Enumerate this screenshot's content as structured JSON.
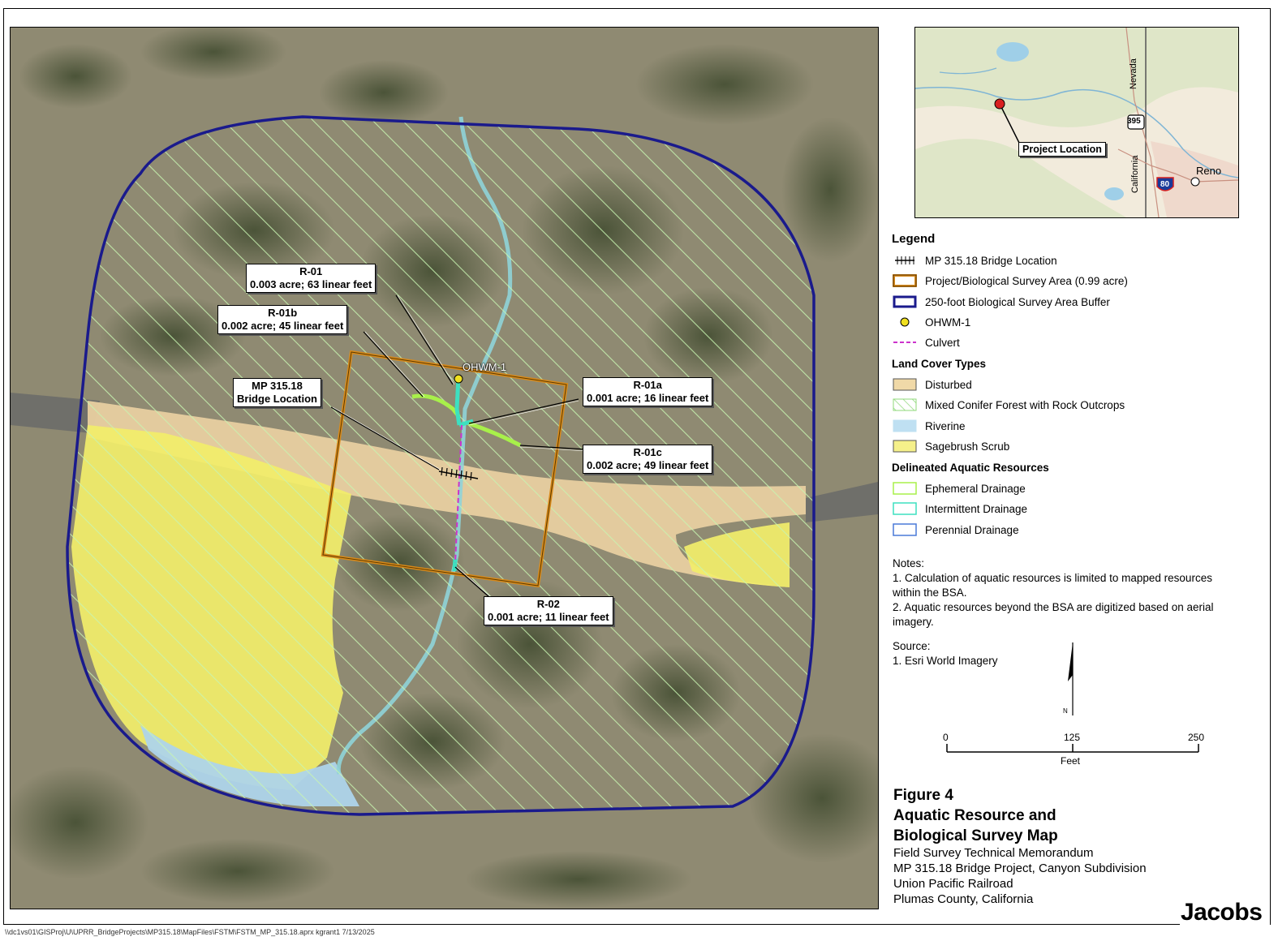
{
  "callouts": {
    "r01": {
      "id": "R-01",
      "desc": "0.003 acre; 63 linear feet"
    },
    "r01b": {
      "id": "R-01b",
      "desc": "0.002 acre; 45 linear feet"
    },
    "mp": {
      "line1": "MP 315.18",
      "line2": "Bridge Location"
    },
    "r01a": {
      "id": "R-01a",
      "desc": "0.001 acre; 16 linear feet"
    },
    "r01c": {
      "id": "R-01c",
      "desc": "0.002 acre; 49 linear feet"
    },
    "r02": {
      "id": "R-02",
      "desc": "0.001 acre; 11 linear feet"
    },
    "ohwm": "OHWM-1"
  },
  "inset": {
    "project_location": "Project Location",
    "nevada": "Nevada",
    "california": "California",
    "reno": "Reno",
    "us_route": "395",
    "interstate": "80"
  },
  "legend": {
    "title": "Legend",
    "items": [
      "MP 315.18 Bridge Location",
      "Project/Biological Survey Area (0.99 acre)",
      "250-foot Biological Survey Area Buffer",
      "OHWM-1",
      "Culvert"
    ],
    "land_cover_title": "Land Cover Types",
    "land_cover": [
      "Disturbed",
      "Mixed Conifer Forest with Rock Outcrops",
      "Riverine",
      "Sagebrush Scrub"
    ],
    "aquatic_title": "Delineated Aquatic Resources",
    "aquatic": [
      "Ephemeral Drainage",
      "Intermittent Drainage",
      "Perennial Drainage"
    ],
    "colors": {
      "disturbed": "#f0d9a8",
      "mixed_conifer": "#b8f0a8",
      "riverine": "#bfe0f2",
      "sagebrush": "#f5f08a",
      "ephemeral": "#a8f04a",
      "intermittent": "#3de0c0",
      "perennial": "#4a7ad8",
      "buffer": "#1a1a8c",
      "project_area": "#d98a1a",
      "culvert": "#cc33cc",
      "ohwm": "#f0e020"
    }
  },
  "notes": {
    "title": "Notes:",
    "n1": "1. Calculation of aquatic resources is limited to mapped resources within the BSA.",
    "n2": "2. Aquatic resources beyond the BSA are digitized based on aerial imagery.",
    "source_title": "Source:",
    "s1": "1. Esri World Imagery"
  },
  "scale": {
    "zero": "0",
    "mid": "125",
    "max": "250",
    "unit": "Feet",
    "north": "N"
  },
  "figure": {
    "number": "Figure 4",
    "title1": "Aquatic Resource and",
    "title2": "Biological Survey Map",
    "lines": [
      "Field Survey Technical Memorandum",
      "MP 315.18 Bridge Project, Canyon Subdivision",
      "Union Pacific Railroad",
      "Plumas County, California"
    ]
  },
  "logo": "Jacobs",
  "filepath": "\\\\dc1vs01\\GISProj\\U\\UPRR_BridgeProjects\\MP315.18\\MapFiles\\FSTM\\FSTM_MP_315.18.aprx kgrant1 7/13/2025"
}
